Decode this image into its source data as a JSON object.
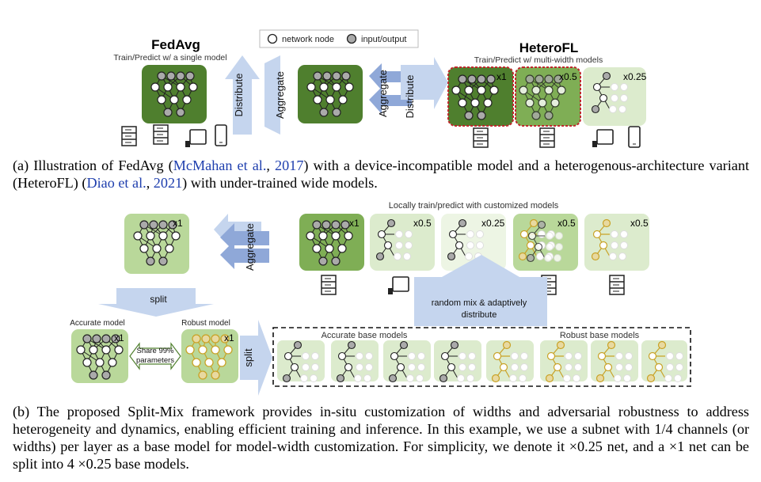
{
  "legend": {
    "network_node": "network node",
    "io_node": "input/output"
  },
  "panel_a": {
    "fedavg_title": "FedAvg",
    "fedavg_subtitle": "Train/Predict w/ a single model",
    "distribute": "Distribute",
    "aggregate": "Aggregate",
    "aggregate2": "Aggregate",
    "distribute2": "Distribute",
    "heterofl_title": "HeteroFL",
    "heterofl_subtitle": "Train/Predict w/ multi-width models",
    "width_x1": "x1",
    "width_x05": "x0.5",
    "width_x025": "x0.25"
  },
  "caption_a": {
    "p1": "(a) Illustration of FedAvg (",
    "cite1": "McMahan et al.",
    "p2": ", ",
    "cite1_year": "2017",
    "p3": ") with a device-incompatible model and a heterogenous-architecture variant (HeteroFL) (",
    "cite2": "Diao et al.",
    "p4": ", ",
    "cite2_year": "2021",
    "p5": ") with under-trained wide models."
  },
  "panel_b": {
    "aggregate": "Aggregate",
    "locally_train": "Locally train/predict with customized models",
    "global_width": "x1",
    "client_widths": [
      "x1",
      "x0.5",
      "x0.25",
      "x0.5",
      "x0.5"
    ],
    "split": "split",
    "split2": "split",
    "accurate_model": "Accurate model",
    "robust_model": "Robust model",
    "accurate_width": "x1",
    "robust_width": "x1",
    "share_line1": "Share 99%",
    "share_line2": "parameters",
    "random_mix_line1": "random mix & adaptively",
    "random_mix_line2": "distribute",
    "accurate_base_models": "Accurate base models",
    "robust_base_models": "Robust base models"
  },
  "caption_b": "(b) The proposed Split-Mix framework provides in-situ customization of widths and adversarial robustness to address heterogeneity and dynamics, enabling efficient training and inference. In this example, we use a subnet with 1/4 channels (or widths) per layer as a base model for model-width customization. For simplicity, we denote it ×0.25 net, and a ×1 net can be split into 4 ×0.25 base models.",
  "colors": {
    "dark_green": "#4f7f2e",
    "mid_green": "#7fae55",
    "light_green": "#b9d89a",
    "pale_green": "#dcebcd",
    "arrow_blue": "#c5d5ee",
    "arrow_blue_dark": "#8fa8d8",
    "robust_gold": "#c9a227",
    "heterofl_red": "#c0262b",
    "cite_blue": "#1f3fae"
  }
}
